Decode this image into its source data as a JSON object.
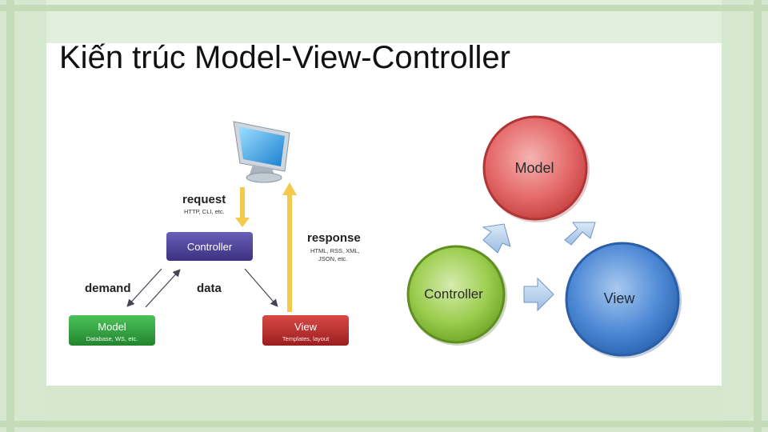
{
  "title": "Kiến trúc Model-View-Controller",
  "left_diagram": {
    "request": "request",
    "request_sub": "HTTP, CLI, etc.",
    "response": "response",
    "response_sub1": "HTML, RSS, XML,",
    "response_sub2": "JSON, etc.",
    "demand": "demand",
    "data": "data",
    "controller_label": "Controller",
    "model_label": "Model",
    "model_sub": "Database, WS, etc.",
    "view_label": "View",
    "view_sub": "Templates, layout"
  },
  "right_diagram": {
    "model": "Model",
    "controller": "Controller",
    "view": "View"
  },
  "colors": {
    "controller_box": "#4a3f8f",
    "model_box": "#2e9a3a",
    "view_box": "#b8292a",
    "arrow_yellow": "#f5c94a",
    "circle_model": "#e56a6a",
    "circle_controller": "#8cc63f",
    "circle_view": "#3d7fd1",
    "arrow_light_blue": "#b9d4f0"
  }
}
